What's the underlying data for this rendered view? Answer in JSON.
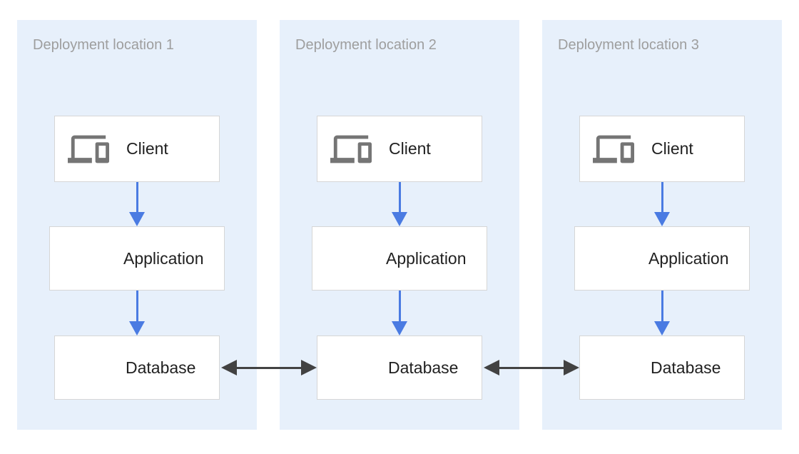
{
  "diagram": {
    "colors": {
      "panel_bg": "#e7f0fb",
      "panel_title": "#9e9e9e",
      "node_bg": "#ffffff",
      "node_border": "#d6d6d6",
      "node_label": "#212121",
      "icon_gray": "#757575",
      "flow_arrow": "#4a7be2",
      "replication_arrow": "#424242"
    },
    "panels": [
      {
        "title": "Deployment location 1",
        "nodes": [
          {
            "label": "Client",
            "icon": "devices-icon"
          },
          {
            "label": "Application",
            "icon": "server-stack-icon"
          },
          {
            "label": "Database",
            "icon": "server-stack-icon"
          }
        ]
      },
      {
        "title": "Deployment location 2",
        "nodes": [
          {
            "label": "Client",
            "icon": "devices-icon"
          },
          {
            "label": "Application",
            "icon": "server-stack-icon"
          },
          {
            "label": "Database",
            "icon": "server-stack-icon"
          }
        ]
      },
      {
        "title": "Deployment location 3",
        "nodes": [
          {
            "label": "Client",
            "icon": "devices-icon"
          },
          {
            "label": "Application",
            "icon": "server-stack-icon"
          },
          {
            "label": "Database",
            "icon": "server-stack-icon"
          }
        ]
      }
    ],
    "connections": {
      "within_panel": [
        {
          "from": "Client",
          "to": "Application",
          "style": "blue-arrow"
        },
        {
          "from": "Application",
          "to": "Database",
          "style": "blue-arrow"
        }
      ],
      "between_panels": [
        {
          "from": "Database 1",
          "to": "Database 2",
          "style": "double-headed-dark-arrow"
        },
        {
          "from": "Database 2",
          "to": "Database 3",
          "style": "double-headed-dark-arrow"
        }
      ]
    }
  }
}
